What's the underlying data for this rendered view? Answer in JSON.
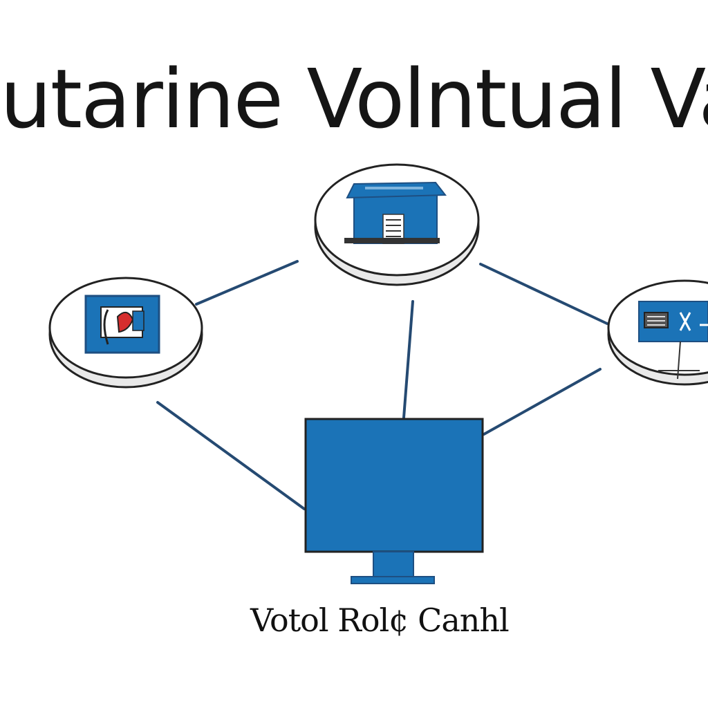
{
  "diagram": {
    "title": "utarine Volntual Valet",
    "caption": "Votol Rol¢ Canhl",
    "colors": {
      "accent_blue": "#1b73b7",
      "dark_blue": "#1e4f82",
      "connector": "#254a72",
      "node_outline": "#222222",
      "red": "#d62d2d"
    },
    "nodes": [
      {
        "id": "top",
        "icon": "cabinet-server-icon"
      },
      {
        "id": "left",
        "icon": "security-card-icon"
      },
      {
        "id": "right",
        "icon": "network-device-icon"
      },
      {
        "id": "center",
        "icon": "monitor-icon"
      }
    ]
  }
}
